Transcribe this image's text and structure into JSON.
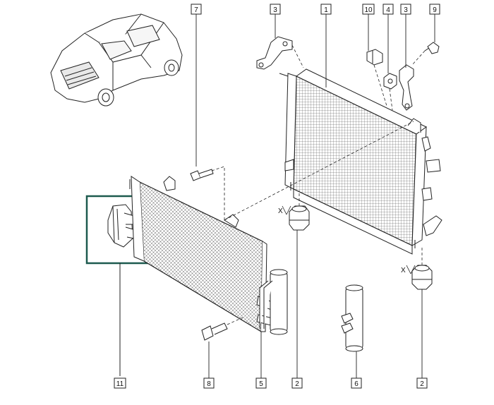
{
  "callouts": [
    {
      "id": "c1",
      "number": "1"
    },
    {
      "id": "c2a",
      "number": "2"
    },
    {
      "id": "c2b",
      "number": "2"
    },
    {
      "id": "c3a",
      "number": "3"
    },
    {
      "id": "c3b",
      "number": "3"
    },
    {
      "id": "c4",
      "number": "4"
    },
    {
      "id": "c5",
      "number": "5"
    },
    {
      "id": "c6",
      "number": "6"
    },
    {
      "id": "c7",
      "number": "7"
    },
    {
      "id": "c8",
      "number": "8"
    },
    {
      "id": "c9",
      "number": "9"
    },
    {
      "id": "c10",
      "number": "10"
    },
    {
      "id": "c11",
      "number": "11"
    }
  ],
  "dimension_marks": {
    "x_left": "X",
    "x_right": "X"
  },
  "colors": {
    "line": "#222222",
    "detail_frame": "#1d5a4f",
    "fill_light": "#f4f4f4"
  }
}
